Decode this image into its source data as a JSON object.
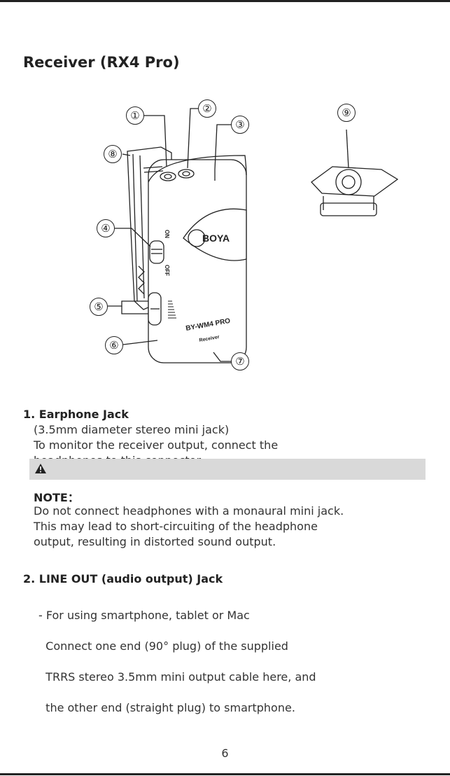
{
  "section": {
    "title": "Receiver (RX4 Pro)"
  },
  "figure": {
    "callouts": [
      "①",
      "②",
      "③",
      "④",
      "⑤",
      "⑥",
      "⑦",
      "⑧",
      "⑨"
    ],
    "device_labels": {
      "brand": "BOYA",
      "model": "BY-WM4 PRO",
      "sub": "Receiver",
      "on": "ON",
      "off": "OFF"
    }
  },
  "items": [
    {
      "heading": "1. Earphone Jack",
      "lines": [
        "(3.5mm diameter stereo mini jack)",
        "To monitor the receiver output, connect the",
        "headphones to this connector."
      ]
    },
    {
      "heading": "2. LINE OUT (audio output) Jack",
      "lines": [
        "- For using smartphone, tablet or Mac",
        "  Connect one end (90° plug) of the supplied",
        "  TRRS stereo 3.5mm mini output cable here, and",
        "  the other end (straight plug) to smartphone."
      ]
    }
  ],
  "note": {
    "icon": "warning-icon",
    "label": "NOTE：",
    "lines": [
      "Do not connect headphones with a monaural mini jack.",
      "This may lead to short-circuiting of the headphone",
      "output, resulting in distorted sound output."
    ]
  },
  "page": {
    "number": "6"
  }
}
